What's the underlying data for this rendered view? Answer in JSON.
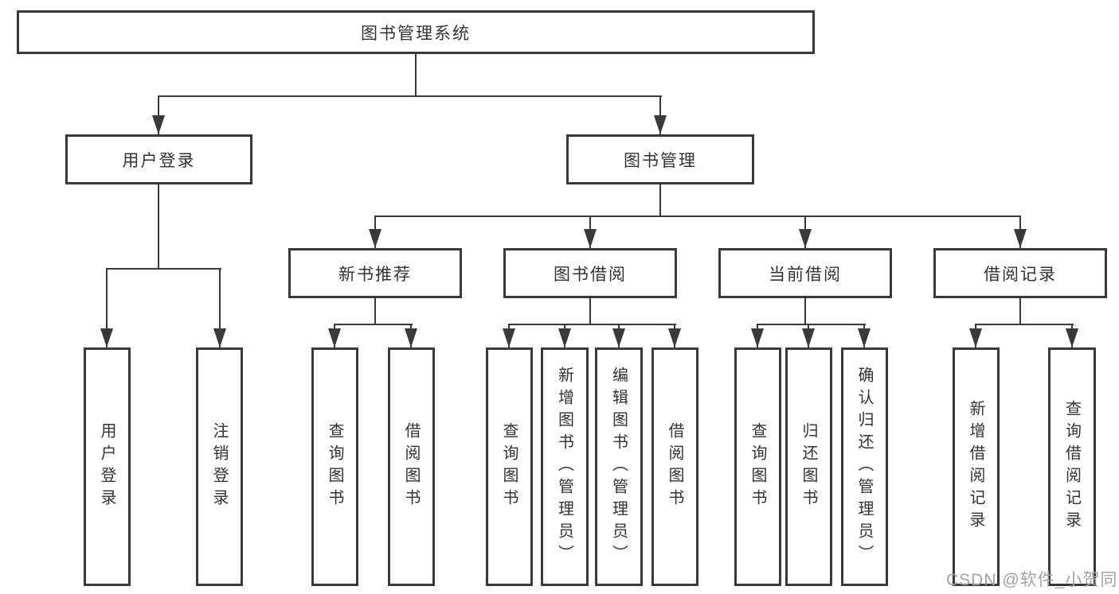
{
  "diagram_title": "图书管理系统",
  "tree": {
    "label": "图书管理系统",
    "children": [
      {
        "label": "用户登录",
        "children": [
          {
            "label": "用户登录"
          },
          {
            "label": "注销登录"
          }
        ]
      },
      {
        "label": "图书管理",
        "children": [
          {
            "label": "新书推荐",
            "children": [
              {
                "label": "查询图书"
              },
              {
                "label": "借阅图书"
              }
            ]
          },
          {
            "label": "图书借阅",
            "children": [
              {
                "label": "查询图书"
              },
              {
                "label": "新增图书（管理员）"
              },
              {
                "label": "编辑图书（管理员）"
              },
              {
                "label": "借阅图书"
              }
            ]
          },
          {
            "label": "当前借阅",
            "children": [
              {
                "label": "查询图书"
              },
              {
                "label": "归还图书"
              },
              {
                "label": "确认归还（管理员）"
              }
            ]
          },
          {
            "label": "借阅记录",
            "children": [
              {
                "label": "新增借阅记录"
              },
              {
                "label": "查询借阅记录"
              }
            ]
          }
        ]
      }
    ]
  },
  "watermark": "CSDN @软件_小贺同学",
  "colors": {
    "line": "#3a3a3a",
    "text": "#333333",
    "watermark": "#a5a1a1",
    "background": "#ffffff"
  }
}
